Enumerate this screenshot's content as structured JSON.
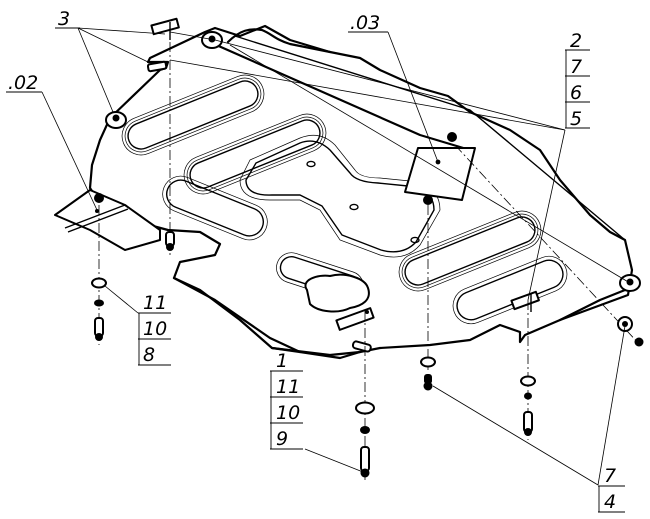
{
  "drawing": {
    "type": "exploded-assembly",
    "subject": "skid plate with mounting brackets and fasteners"
  },
  "callouts": {
    "group_3": {
      "label": "3"
    },
    "group_02": {
      "label": ".02"
    },
    "group_03": {
      "label": ".03"
    },
    "stack_top_right": {
      "labels": [
        "2",
        "7",
        "6",
        "5"
      ]
    },
    "stack_left": {
      "labels": [
        "11",
        "10",
        "8"
      ]
    },
    "stack_center": {
      "labels": [
        "1",
        "11",
        "10",
        "9"
      ]
    },
    "stack_bottom_right": {
      "labels": [
        "7",
        "4"
      ]
    }
  }
}
